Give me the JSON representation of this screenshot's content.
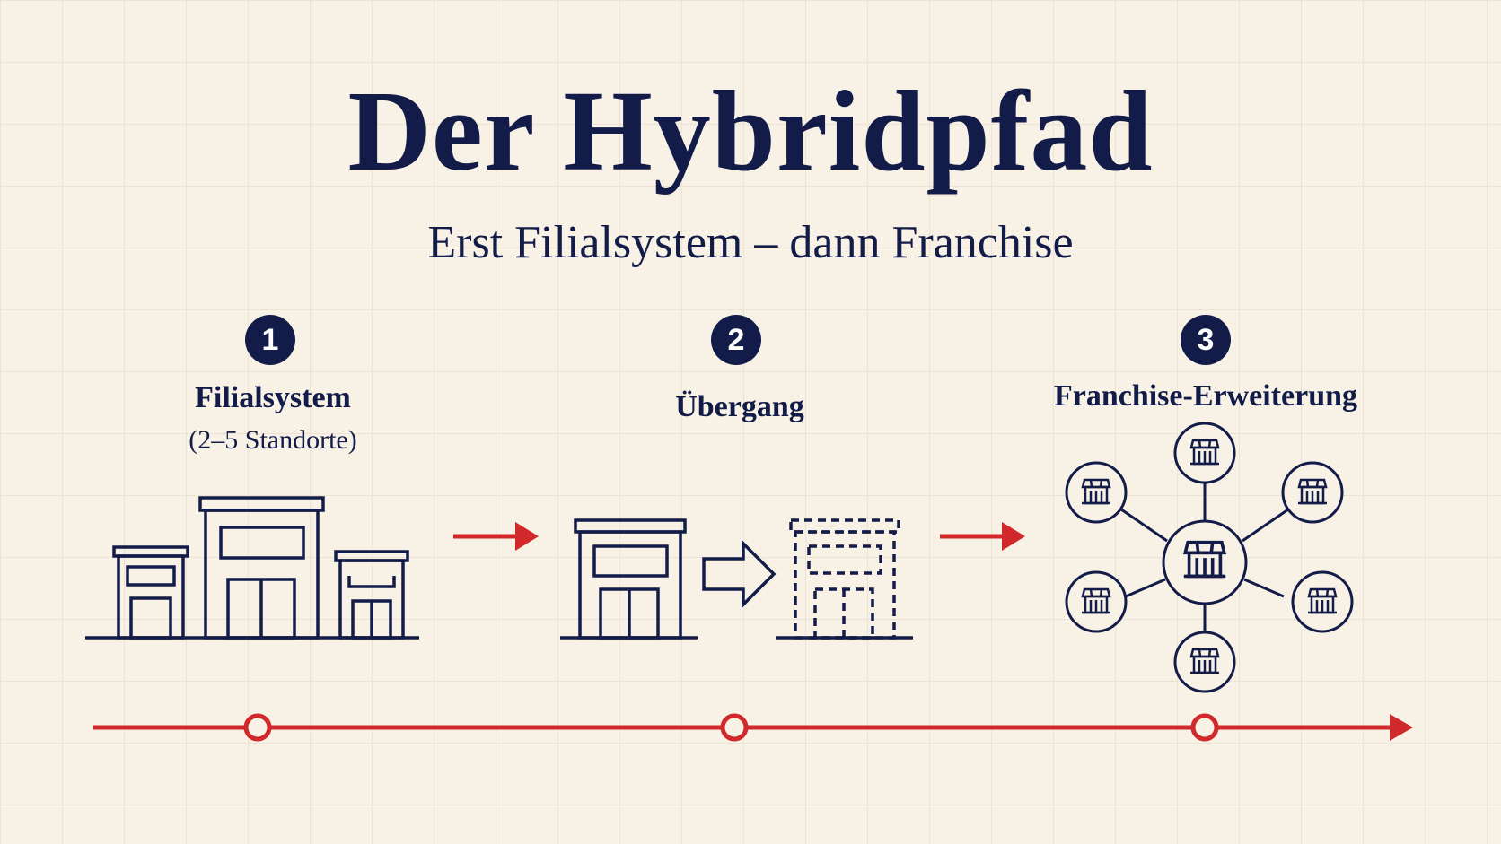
{
  "title": "Der Hybridpfad",
  "subtitle": "Erst Filialsystem – dann Franchise",
  "steps": [
    {
      "number": "1",
      "label": "Filialsystem",
      "sublabel": "(2–5 Standorte)"
    },
    {
      "number": "2",
      "label": "Übergang"
    },
    {
      "number": "3",
      "label": "Franchise-Erweiterung"
    }
  ],
  "colors": {
    "navy": "#131c48",
    "red": "#d0282b",
    "background": "#f8f1e6"
  },
  "icons": [
    "store-building-icon",
    "arrow-right-icon",
    "network-hub-icon"
  ]
}
